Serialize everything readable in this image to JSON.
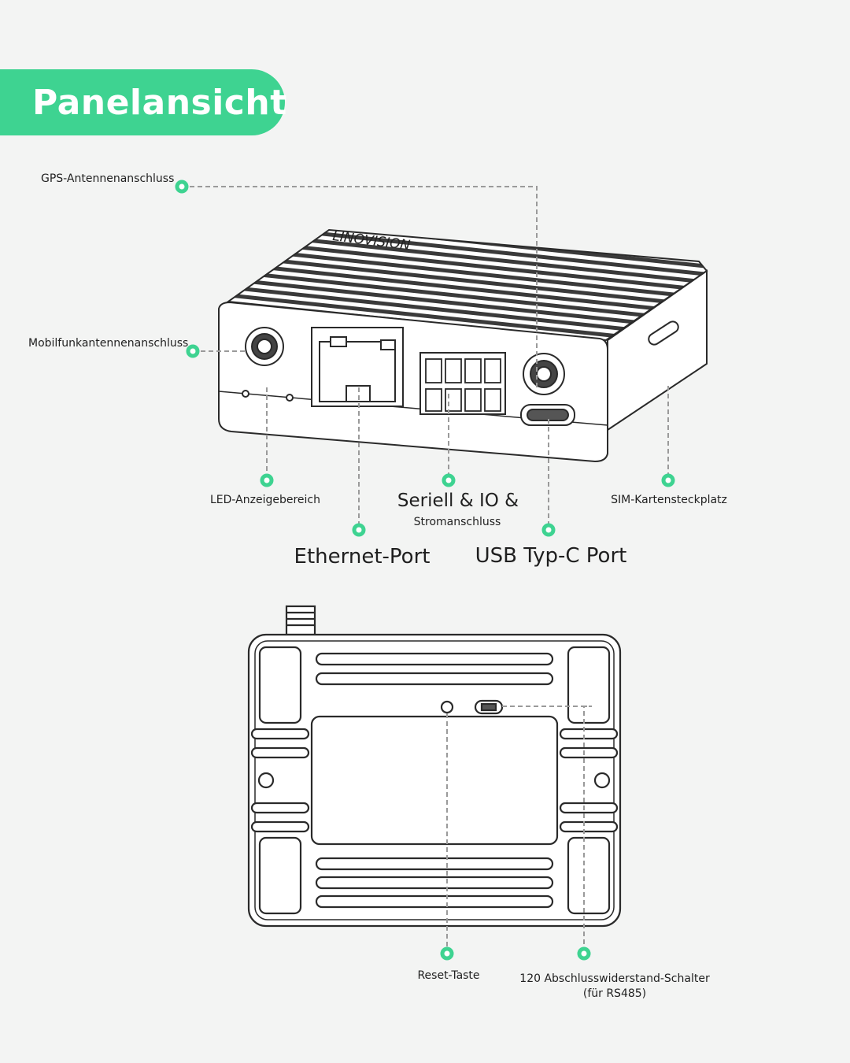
{
  "title": "Panelansicht",
  "brand": "LINOVISION",
  "accent_color": "#3ed391",
  "labels": {
    "gps": "GPS-Antennenanschluss",
    "mobile": "Mobilfunkantennenanschluss",
    "led": "LED-Anzeigebereich",
    "serial_line1": "Seriell & IO &",
    "serial_line2": "Stromanschluss",
    "sim": "SIM-Kartensteckplatz",
    "ethernet": "Ethernet-Port",
    "usb": "USB Typ-C Port",
    "reset": "Reset-Taste",
    "terminator_line1": "120 Abschlusswiderstand-Schalter",
    "terminator_line2": "(für RS485)"
  }
}
